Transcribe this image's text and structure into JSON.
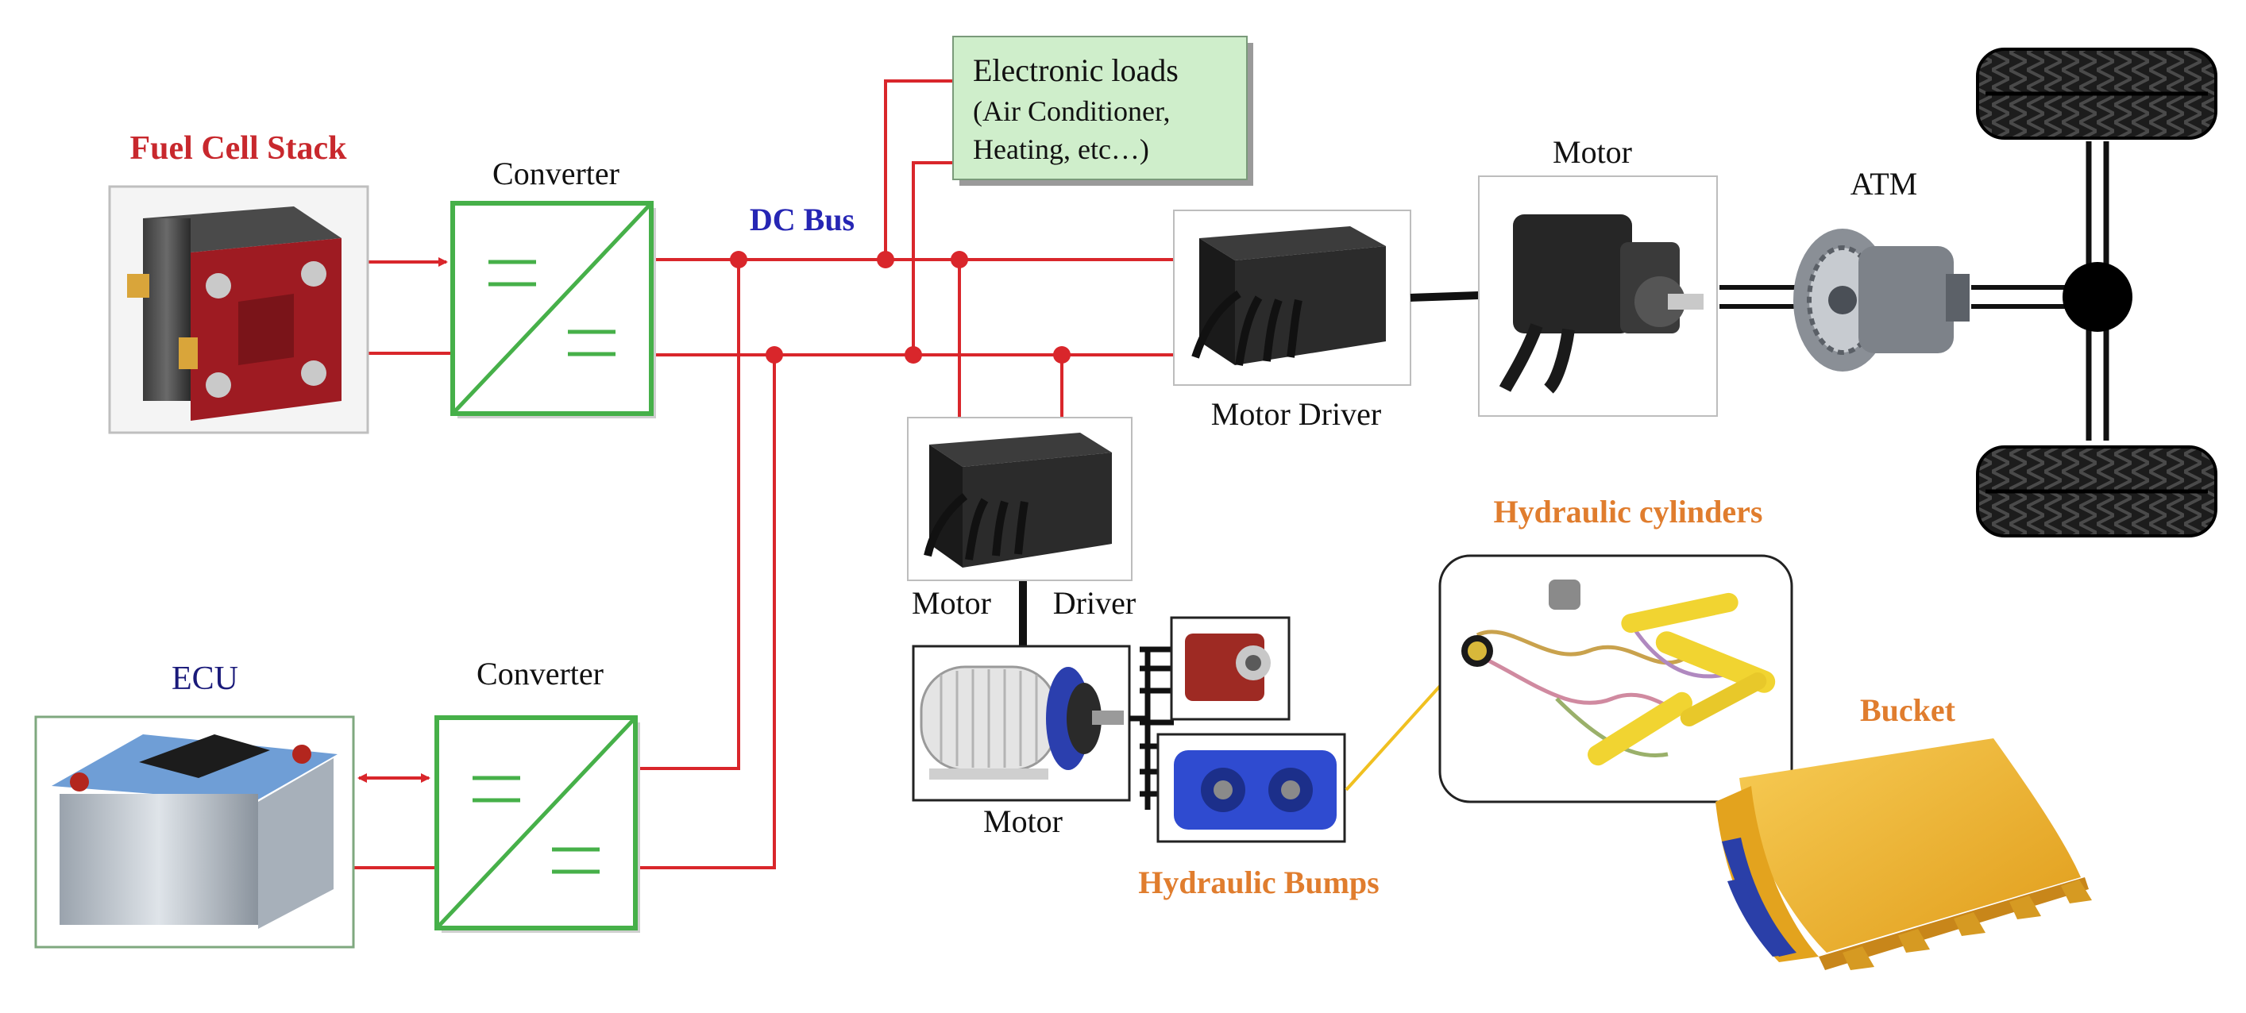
{
  "labels": {
    "fuel_cell_stack": "Fuel Cell Stack",
    "converter_top": "Converter",
    "converter_bottom": "Converter",
    "dc_bus": "DC Bus",
    "ecu": "ECU",
    "electronic_loads_line1": "Electronic loads",
    "electronic_loads_line2": "(Air Conditioner,",
    "electronic_loads_line3": "Heating, etc…)",
    "motor_driver_main": "Motor Driver",
    "motor_main": "Motor",
    "atm": "ATM",
    "motor_driver_aux_part1": "Motor",
    "motor_driver_aux_part2": "Driver",
    "motor_aux": "Motor",
    "hydraulic_bumps": "Hydraulic Bumps",
    "hydraulic_cylinders": "Hydraulic cylinders",
    "bucket": "Bucket"
  },
  "colors": {
    "bus_line": "#d9262b",
    "converter_border": "#46b049",
    "title_red": "#c8282d",
    "dc_bus_blue": "#2626b4",
    "ecu_navy": "#1a1a7a",
    "hydraulic_orange": "#e07d2e",
    "loads_fill": "#cfeecb",
    "bucket_yellow": "#f0b52a"
  },
  "icons": {
    "fuel_cell": "fuel-cell-stack-image",
    "ecu": "battery-pack-image",
    "motor_driver": "motor-driver-box-image",
    "motor": "electric-motor-image",
    "atm": "transmission-image",
    "tire": "tire-image",
    "pump": "hydraulic-pump-image",
    "cylinders": "hydraulic-cylinders-image",
    "bucket": "loader-bucket-image"
  }
}
